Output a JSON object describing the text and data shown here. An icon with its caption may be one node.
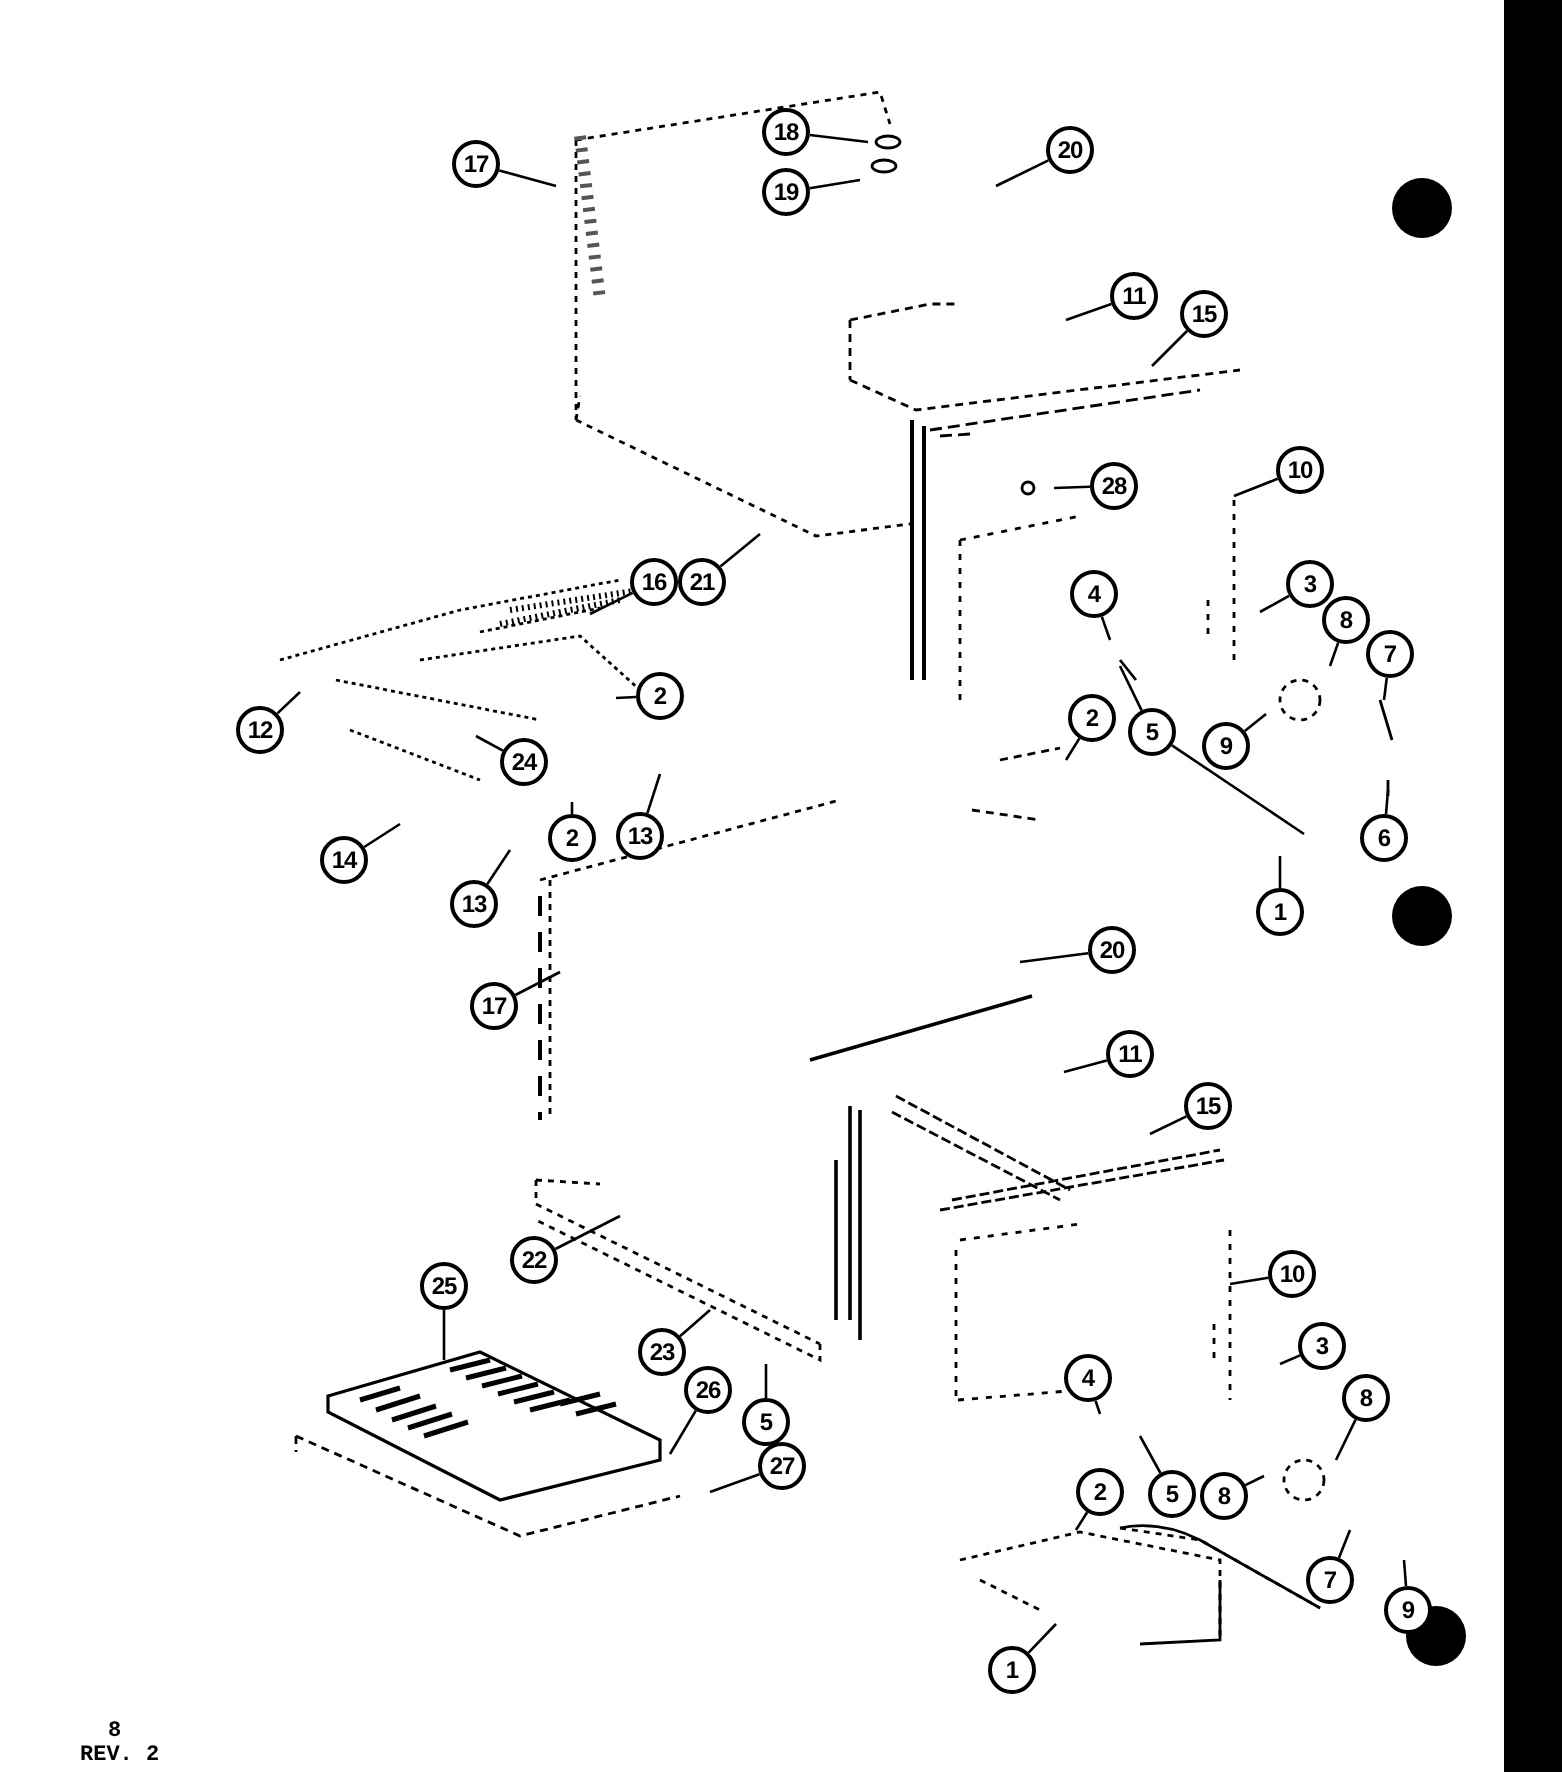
{
  "diagram": {
    "nodes": [
      {
        "text": [
          "17"
        ]
      },
      {
        "text": [
          "18"
        ]
      },
      {
        "text": [
          "19"
        ]
      },
      {
        "text": [
          "20"
        ]
      },
      {
        "text": [
          "11"
        ]
      },
      {
        "text": [
          "15"
        ]
      },
      {
        "text": [
          "28"
        ]
      },
      {
        "text": [
          "10"
        ]
      },
      {
        "text": [
          "16"
        ]
      },
      {
        "text": [
          "21"
        ]
      },
      {
        "text": [
          "12"
        ]
      },
      {
        "text": [
          "2"
        ]
      },
      {
        "text": [
          "24"
        ]
      },
      {
        "text": [
          "2"
        ]
      },
      {
        "text": [
          "13"
        ]
      },
      {
        "text": [
          "14"
        ]
      },
      {
        "text": [
          "13"
        ]
      },
      {
        "text": [
          "4"
        ]
      },
      {
        "text": [
          "3"
        ]
      },
      {
        "text": [
          "8"
        ]
      },
      {
        "text": [
          "7"
        ]
      },
      {
        "text": [
          "2"
        ]
      },
      {
        "text": [
          "5"
        ]
      },
      {
        "text": [
          "9"
        ]
      },
      {
        "text": [
          "6"
        ]
      },
      {
        "text": [
          "1"
        ]
      },
      {
        "text": [
          "17"
        ]
      },
      {
        "text": [
          "20"
        ]
      },
      {
        "text": [
          "11"
        ]
      },
      {
        "text": [
          "15"
        ]
      },
      {
        "text": [
          "22"
        ]
      },
      {
        "text": [
          "10"
        ]
      },
      {
        "text": [
          "25"
        ]
      },
      {
        "text": [
          "23"
        ]
      },
      {
        "text": [
          "26"
        ]
      },
      {
        "text": [
          "5"
        ]
      },
      {
        "text": [
          "27"
        ]
      },
      {
        "text": [
          "4"
        ]
      },
      {
        "text": [
          "3"
        ]
      },
      {
        "text": [
          "8"
        ]
      },
      {
        "text": [
          "8"
        ]
      },
      {
        "text": [
          "5"
        ]
      },
      {
        "text": [
          "2"
        ]
      },
      {
        "text": [
          "7"
        ]
      },
      {
        "text": [
          "9"
        ]
      },
      {
        "text": [
          "1"
        ]
      }
    ],
    "edges": [
      {
        "from": 0,
        "to": null,
        "arrow": "none"
      },
      {
        "from": 1,
        "to": null,
        "arrow": "none"
      },
      {
        "from": 2,
        "to": null,
        "arrow": "none"
      },
      {
        "from": 3,
        "to": null,
        "arrow": "none"
      },
      {
        "from": 4,
        "to": null,
        "arrow": "none"
      },
      {
        "from": 5,
        "to": null,
        "arrow": "none"
      },
      {
        "from": 6,
        "to": null,
        "arrow": "none"
      },
      {
        "from": 7,
        "to": null,
        "arrow": "none"
      },
      {
        "from": 8,
        "to": null,
        "arrow": "none"
      },
      {
        "from": 9,
        "to": null,
        "arrow": "none"
      },
      {
        "from": 10,
        "to": null,
        "arrow": "none"
      },
      {
        "from": 11,
        "to": null,
        "arrow": "none"
      },
      {
        "from": 12,
        "to": null,
        "arrow": "none"
      },
      {
        "from": 13,
        "to": null,
        "arrow": "none"
      },
      {
        "from": 14,
        "to": null,
        "arrow": "none"
      },
      {
        "from": 15,
        "to": null,
        "arrow": "none"
      },
      {
        "from": 16,
        "to": null,
        "arrow": "none"
      },
      {
        "from": 17,
        "to": null,
        "arrow": "none"
      },
      {
        "from": 18,
        "to": null,
        "arrow": "none"
      },
      {
        "from": 19,
        "to": null,
        "arrow": "none"
      },
      {
        "from": 20,
        "to": null,
        "arrow": "none"
      },
      {
        "from": 21,
        "to": null,
        "arrow": "none"
      },
      {
        "from": 22,
        "to": null,
        "arrow": "none"
      },
      {
        "from": 22,
        "to": null,
        "arrow": "none"
      },
      {
        "from": 23,
        "to": null,
        "arrow": "none"
      },
      {
        "from": 24,
        "to": null,
        "arrow": "none"
      },
      {
        "from": 25,
        "to": null,
        "arrow": "none"
      },
      {
        "from": 26,
        "to": null,
        "arrow": "none"
      },
      {
        "from": 27,
        "to": null,
        "arrow": "none"
      },
      {
        "from": 28,
        "to": null,
        "arrow": "none"
      },
      {
        "from": 29,
        "to": null,
        "arrow": "none"
      },
      {
        "from": 30,
        "to": null,
        "arrow": "none"
      },
      {
        "from": 31,
        "to": null,
        "arrow": "none"
      },
      {
        "from": 32,
        "to": null,
        "arrow": "none"
      },
      {
        "from": 33,
        "to": null,
        "arrow": "none"
      },
      {
        "from": 34,
        "to": null,
        "arrow": "none"
      },
      {
        "from": 35,
        "to": null,
        "arrow": "none"
      },
      {
        "from": 36,
        "to": null,
        "arrow": "none"
      },
      {
        "from": 37,
        "to": null,
        "arrow": "none"
      },
      {
        "from": 38,
        "to": null,
        "arrow": "none"
      },
      {
        "from": 39,
        "to": null,
        "arrow": "none"
      },
      {
        "from": 40,
        "to": null,
        "arrow": "none"
      },
      {
        "from": 41,
        "to": null,
        "arrow": "none"
      },
      {
        "from": 42,
        "to": null,
        "arrow": "none"
      },
      {
        "from": 43,
        "to": null,
        "arrow": "none"
      },
      {
        "from": 44,
        "to": null,
        "arrow": "none"
      },
      {
        "from": 45,
        "to": null,
        "arrow": "none"
      }
    ],
    "labels": [
      "8",
      "REV. 2"
    ]
  }
}
